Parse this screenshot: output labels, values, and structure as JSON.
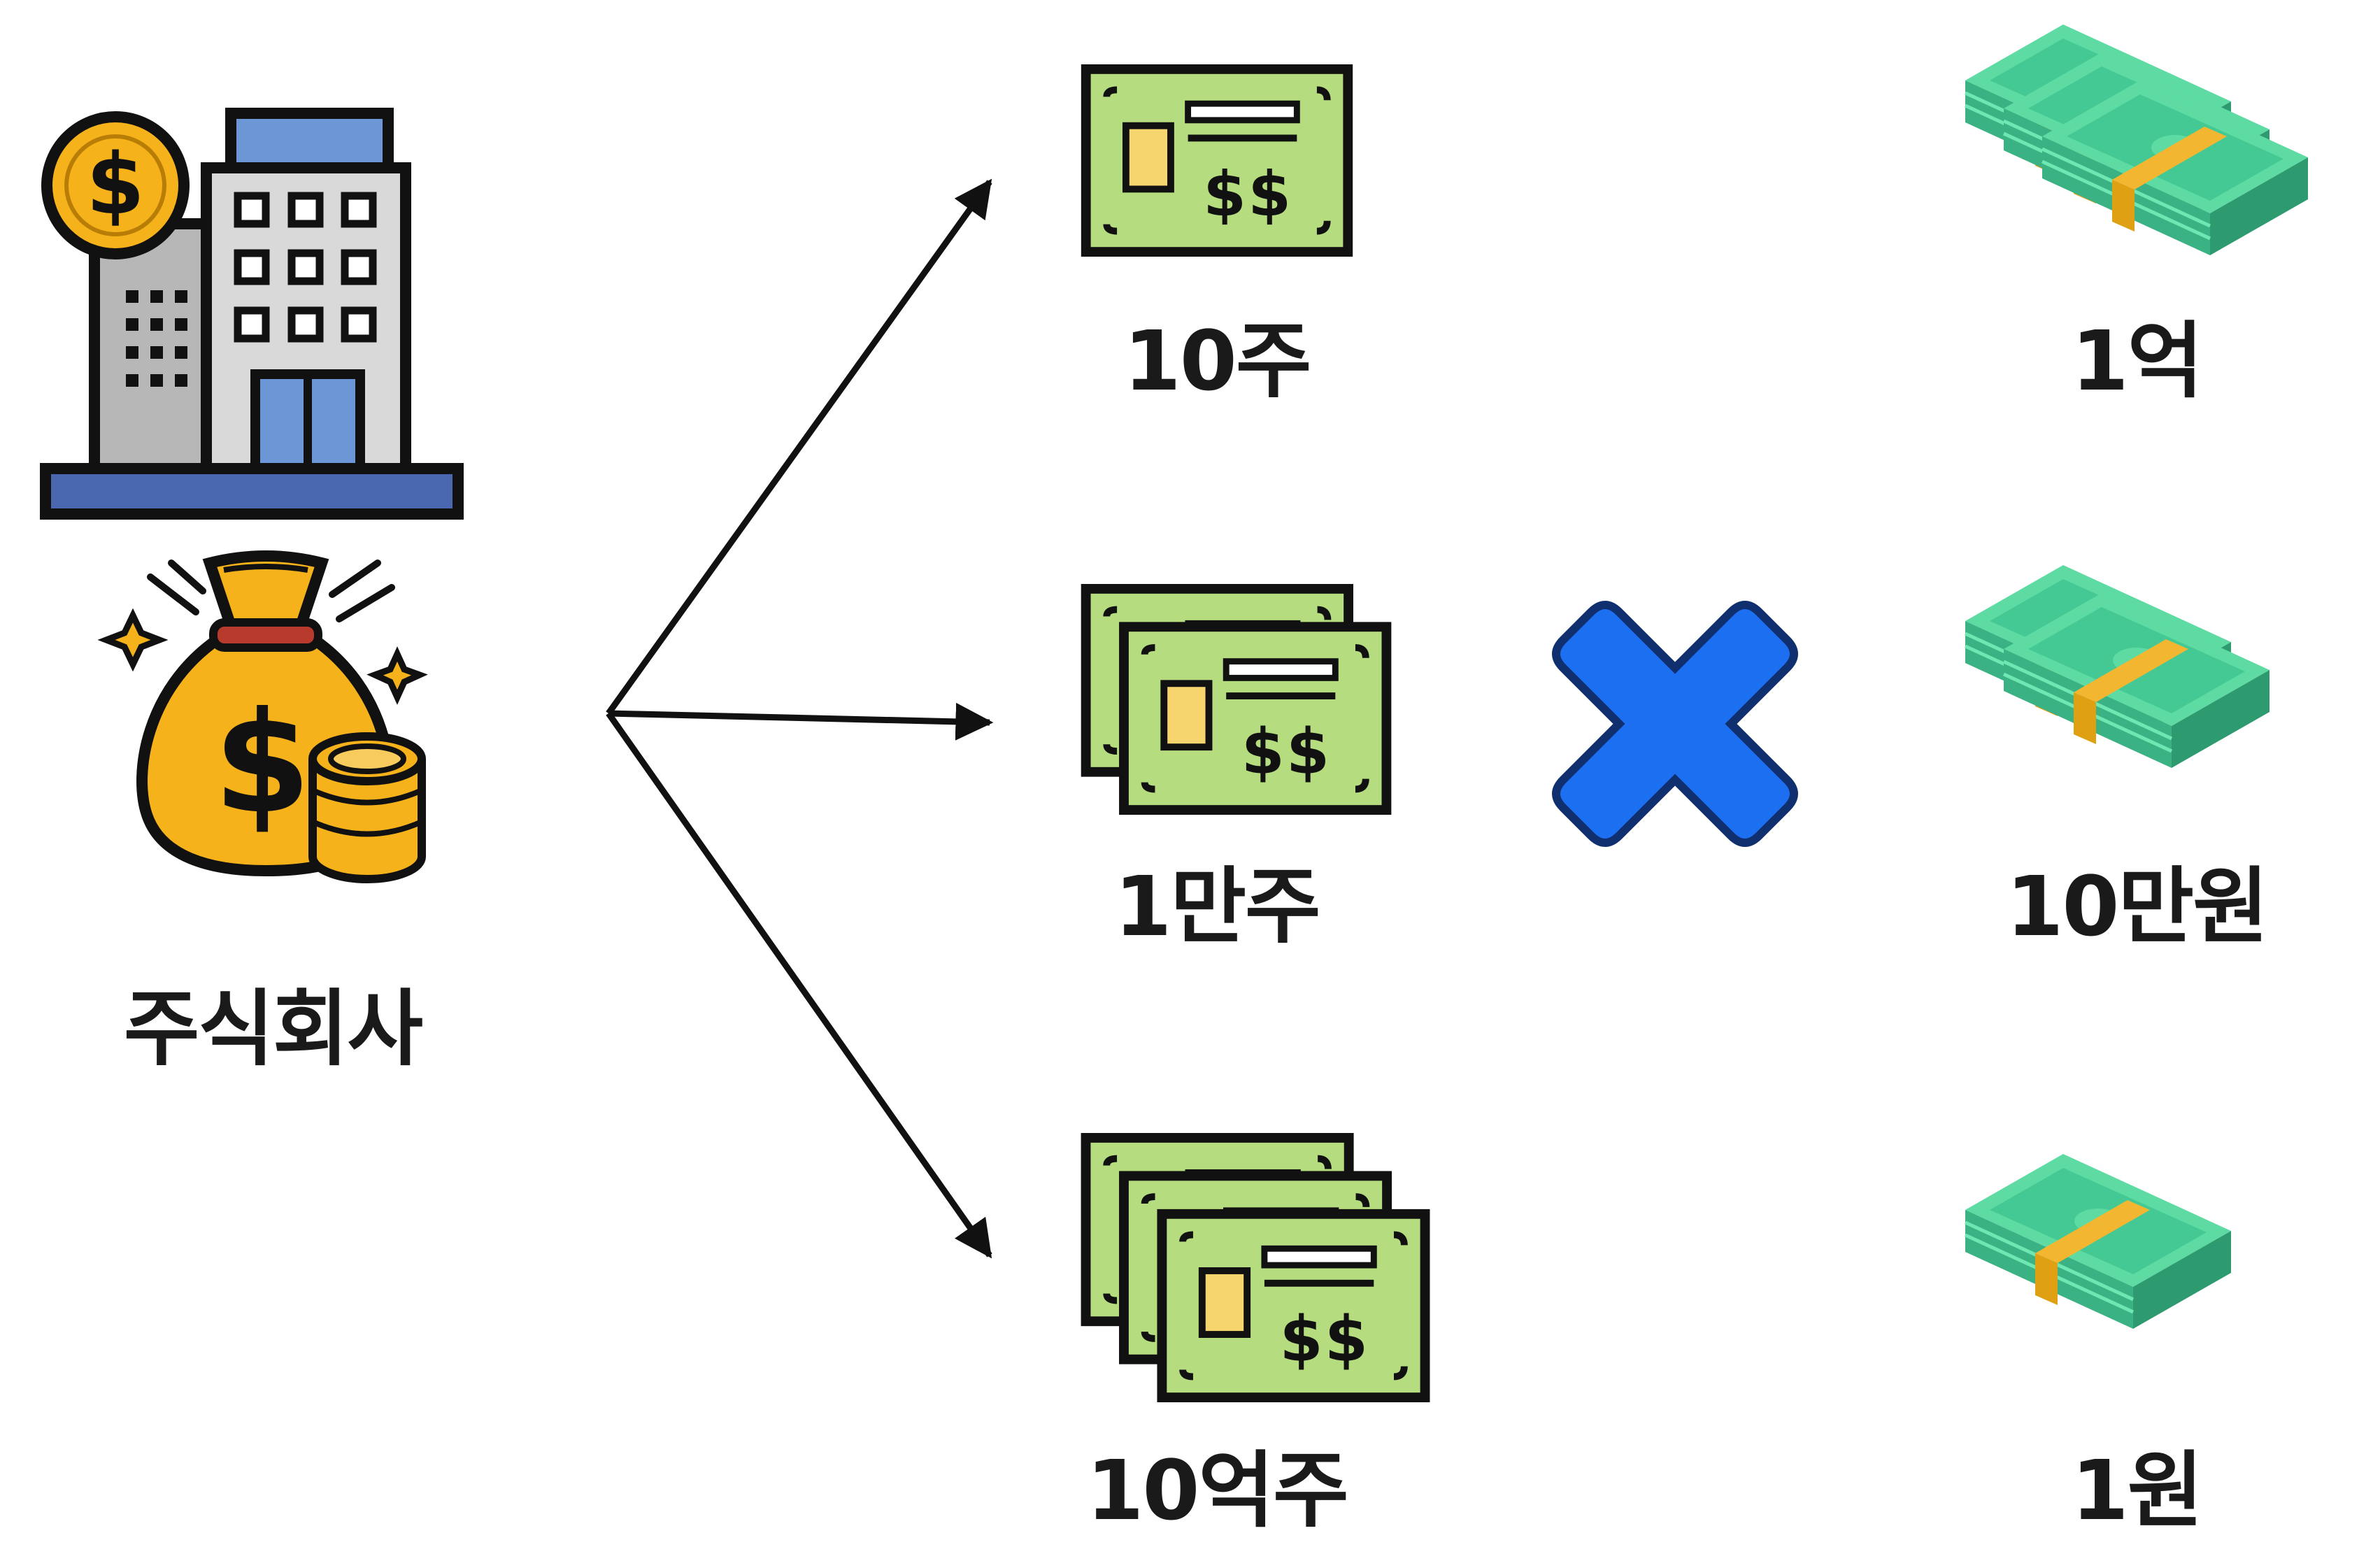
{
  "company": {
    "label": "주식회사"
  },
  "shares": [
    {
      "label": "10주"
    },
    {
      "label": "1만주"
    },
    {
      "label": "10억주"
    }
  ],
  "prices": [
    {
      "label": "1억"
    },
    {
      "label": "10만원"
    },
    {
      "label": "1원"
    }
  ],
  "colors": {
    "certificate_green": "#b5dc7f",
    "cash_green": "#4dc99a",
    "cash_band": "#f2b631",
    "multiply_blue": "#1d6ff2",
    "building_blue": "#6d96d6",
    "money_bag_gold": "#f6b21a"
  },
  "icons": {
    "company_building": "office-building-icon",
    "coin": "dollar-coin-icon",
    "money_bag": "money-bag-icon",
    "certificate": "stock-certificate-icon",
    "cash": "cash-stack-icon",
    "multiply": "multiply-icon"
  }
}
